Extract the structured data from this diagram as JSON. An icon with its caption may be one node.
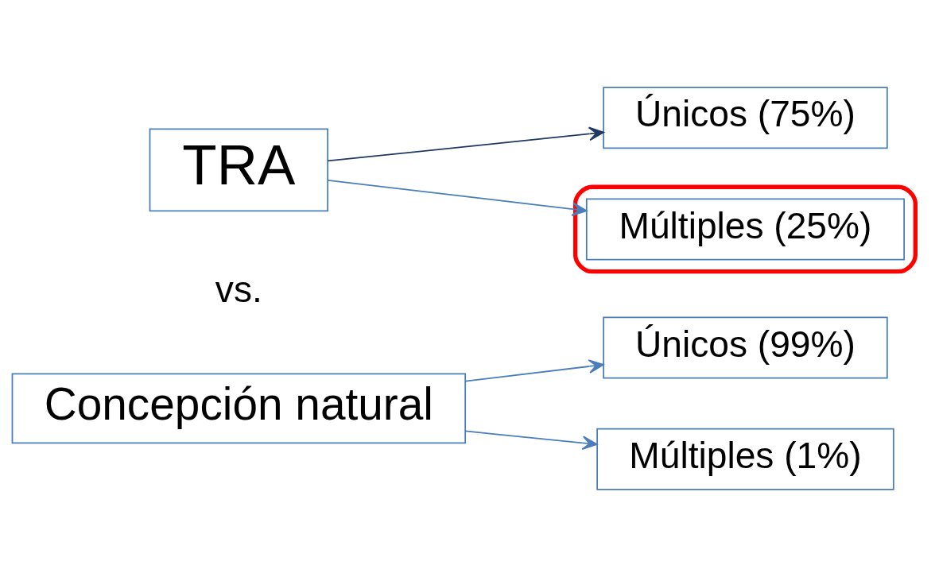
{
  "diagram": {
    "nodes": [
      {
        "text": [
          "TRA"
        ]
      },
      {
        "text": [
          "Únicos (75%)"
        ]
      },
      {
        "text": [],
        "shape": "ellipse"
      },
      {
        "text": [
          "Múltiples (25%)"
        ],
        "in": 2
      },
      {
        "text": [
          "Concepción natural"
        ]
      },
      {
        "text": [
          "Únicos (99%)"
        ]
      },
      {
        "text": [
          "Múltiples (1%)"
        ]
      }
    ],
    "edges": [
      {
        "from": 0,
        "to": 1,
        "arrow": "to",
        "color": "#1f3864"
      },
      {
        "from": 0,
        "to": 3,
        "arrow": "to"
      },
      {
        "from": 4,
        "to": 5,
        "arrow": "to"
      },
      {
        "from": 4,
        "to": 6,
        "arrow": "to"
      }
    ],
    "labels": [
      "vs."
    ]
  }
}
